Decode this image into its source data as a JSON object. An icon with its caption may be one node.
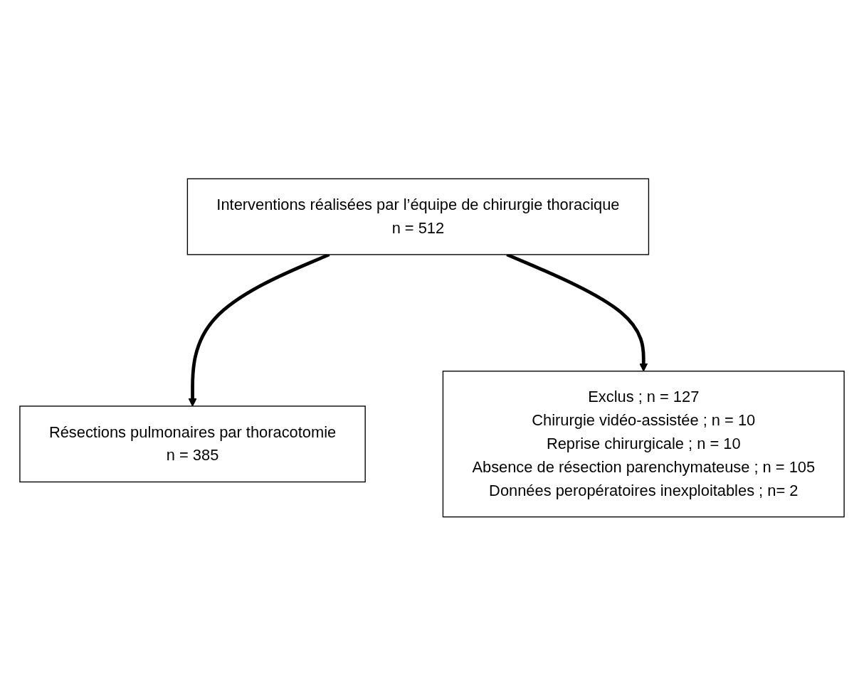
{
  "diagram": {
    "nodes": [
      {
        "text": [
          "Interventions réalisées par l’équipe de chirurgie thoracique",
          "n = 512"
        ]
      },
      {
        "text": [
          "Exclus ; n = 127",
          "Chirurgie vidéo-assistée ; n = 10",
          "Reprise chirurgicale ; n = 10",
          "Absence de résection parenchymateuse ; n = 105",
          "Données peropératoires inexploitables ; n= 2"
        ]
      },
      {
        "text": [
          "Résections pulmonaires par thoracotomie",
          "n = 385"
        ]
      }
    ],
    "edges": [
      {
        "from": 0,
        "to": 2,
        "arrow": "to"
      },
      {
        "from": 0,
        "to": 1,
        "arrow": "to"
      }
    ]
  }
}
